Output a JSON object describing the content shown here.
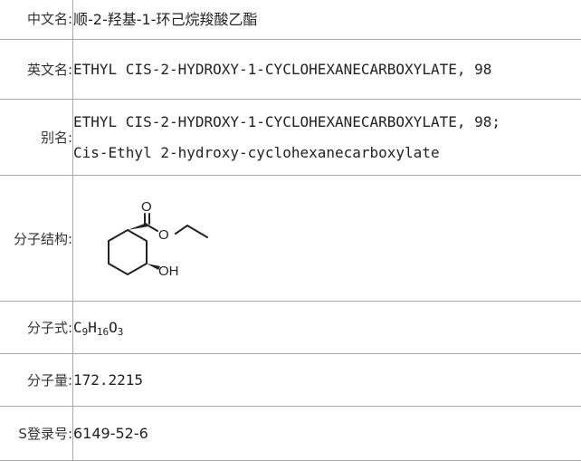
{
  "rows": {
    "chinese_name": {
      "label": "中文名:",
      "value": "顺-2-羟基-1-环己烷羧酸乙酯"
    },
    "english_name": {
      "label": "英文名:",
      "value": "ETHYL CIS-2-HYDROXY-1-CYCLOHEXANECARBOXYLATE, 98"
    },
    "alias": {
      "label": "别名:",
      "values": [
        "ETHYL CIS-2-HYDROXY-1-CYCLOHEXANECARBOXYLATE, 98;",
        "Cis-Ethyl 2-hydroxy-cyclohexanecarboxylate"
      ]
    },
    "structure": {
      "label": "分子结构:",
      "atom_labels": {
        "carbonyl_oxygen": "O",
        "ester_oxygen": "O",
        "hydroxyl": "OH"
      }
    },
    "formula": {
      "label": "分子式:",
      "parts": [
        {
          "el": "C",
          "n": "9"
        },
        {
          "el": "H",
          "n": "16"
        },
        {
          "el": "O",
          "n": "3"
        }
      ]
    },
    "mol_weight": {
      "label": "分子量:",
      "value": "172.2215"
    },
    "cas": {
      "label": "S登录号:",
      "value": "6149-52-6"
    }
  },
  "colors": {
    "border": "#a8a8a8",
    "text": "#222222"
  }
}
